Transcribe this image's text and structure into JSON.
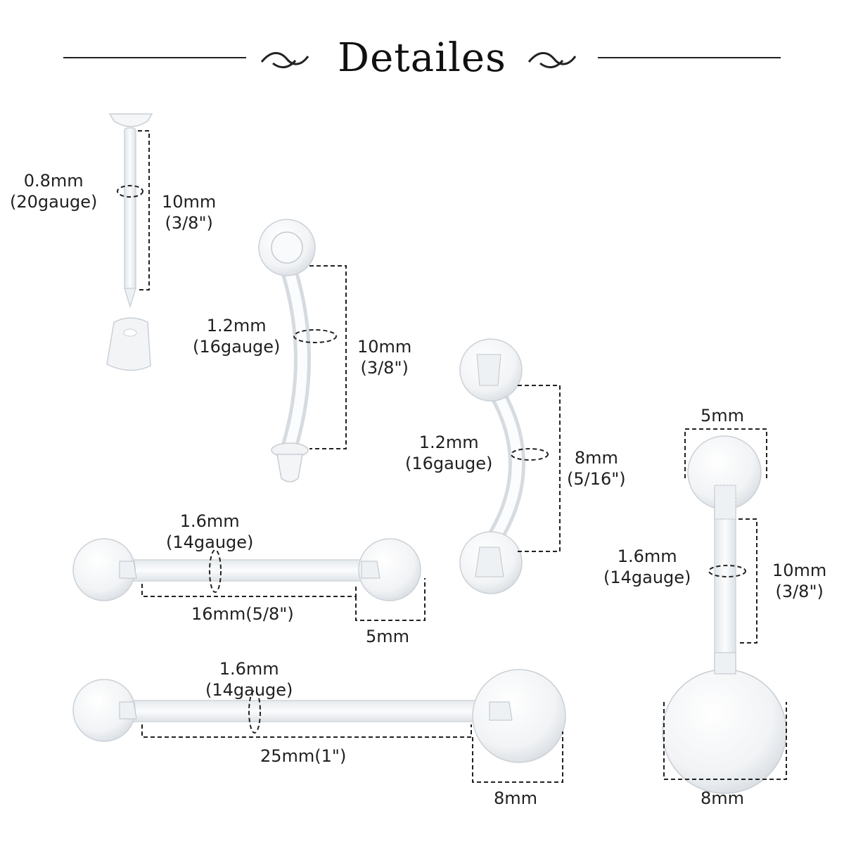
{
  "title": "Detailes",
  "items": {
    "stud": {
      "gauge_mm": "0.8mm",
      "gauge": "(20gauge)",
      "length_mm": "10mm",
      "length_in": "(3/8\")"
    },
    "curved_small": {
      "gauge_mm": "1.2mm",
      "gauge": "(16gauge)",
      "length_mm": "10mm",
      "length_in": "(3/8\")"
    },
    "curved_balls": {
      "gauge_mm": "1.2mm",
      "gauge": "(16gauge)",
      "length_mm": "8mm",
      "length_in": "(5/16\")"
    },
    "barbell_16": {
      "gauge_mm": "1.6mm",
      "gauge": "(14gauge)",
      "length": "16mm(5/8\")",
      "ball": "5mm"
    },
    "barbell_25": {
      "gauge_mm": "1.6mm",
      "gauge": "(14gauge)",
      "length": "25mm(1\")",
      "ball": "8mm"
    },
    "navel": {
      "top_ball": "5mm",
      "gauge_mm": "1.6mm",
      "gauge": "(14gauge)",
      "length_mm": "10mm",
      "length_in": "(3/8\")",
      "bottom_ball": "8mm"
    }
  }
}
